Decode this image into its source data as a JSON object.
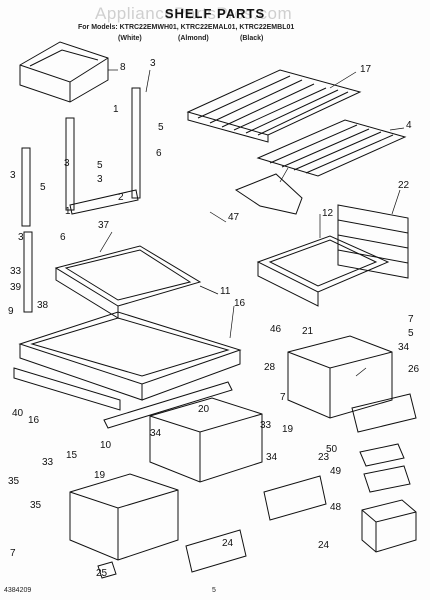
{
  "header": {
    "title": "SHELF PARTS",
    "watermark": "AppliancePartsPros.com",
    "models": "For Models: KTRC22EMWH01, KTRC22EMAL01, KTRC22EMBL01",
    "color_white": "(White)",
    "color_almond": "(Almond)",
    "color_black": "(Black)"
  },
  "footer": {
    "doc_number": "4384209",
    "page_number": "5"
  },
  "callouts": [
    "8",
    "3",
    "1",
    "5",
    "6",
    "3",
    "5",
    "3",
    "2",
    "1",
    "3",
    "5",
    "3",
    "6",
    "37",
    "33",
    "39",
    "38",
    "9",
    "11",
    "16",
    "17",
    "4",
    "47",
    "22",
    "12",
    "46",
    "21",
    "7",
    "5",
    "34",
    "40",
    "16",
    "35",
    "33",
    "15",
    "10",
    "20",
    "28",
    "7",
    "33",
    "34",
    "26",
    "19",
    "23",
    "19",
    "34",
    "50",
    "49",
    "48",
    "7",
    "35",
    "24",
    "25",
    "24"
  ]
}
